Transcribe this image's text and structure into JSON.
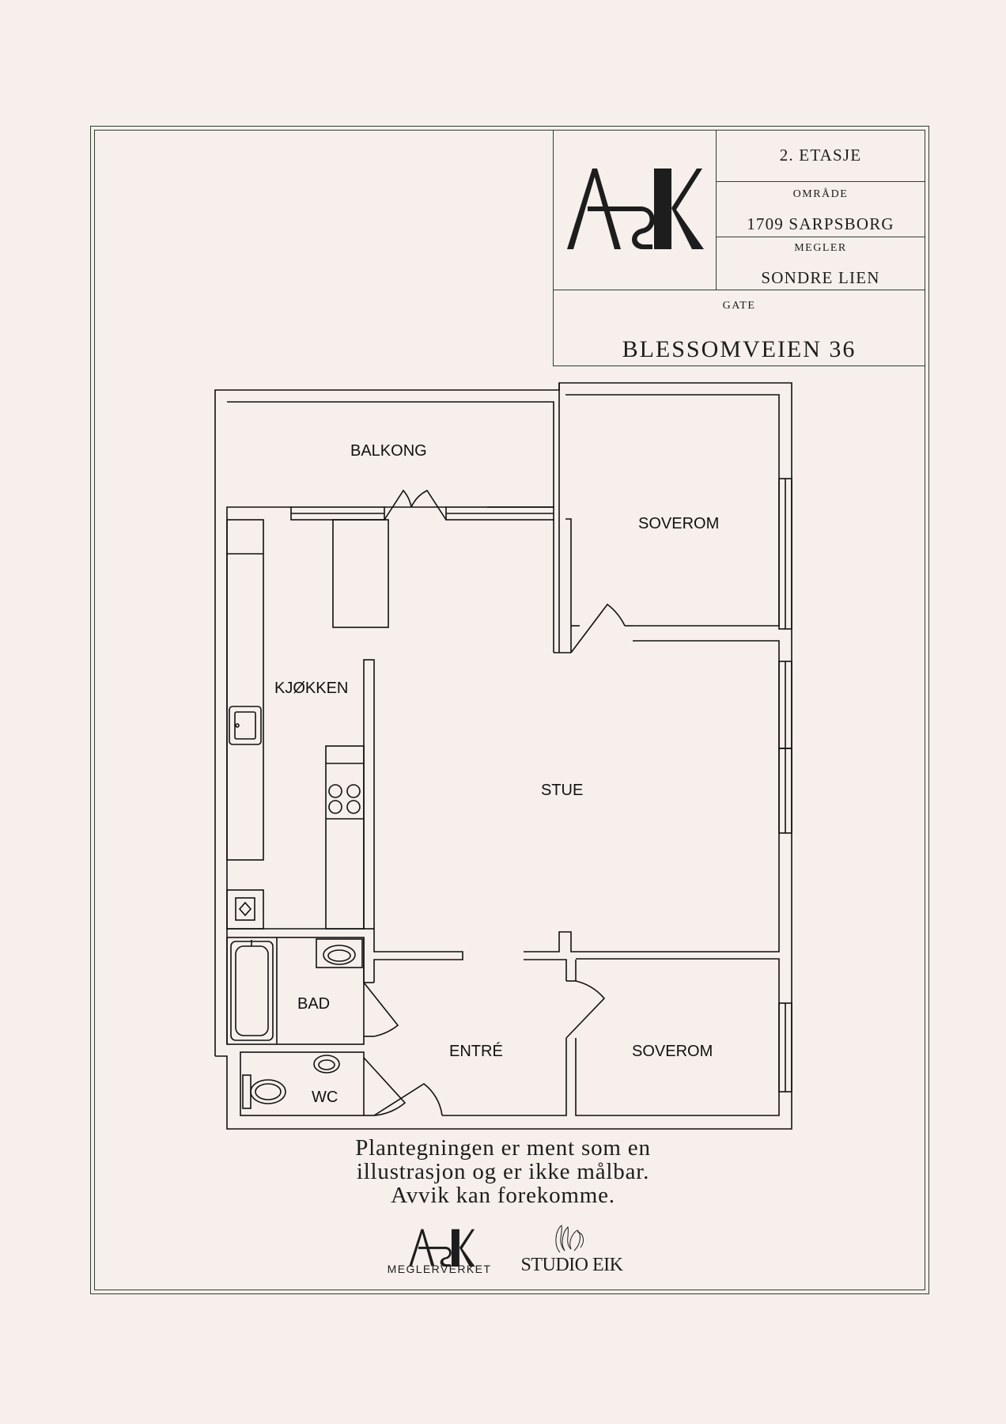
{
  "title_block": {
    "floor": "2. ETASJE",
    "area_label": "OMRÅDE",
    "area_value": "1709 SARPSBORG",
    "broker_label": "MEGLER",
    "broker_value": "SONDRE LIEN",
    "street_label": "GATE",
    "street_value": "BLESSOMVEIEN 36",
    "logo_text": "ASK"
  },
  "rooms": {
    "balcony": "BALKONG",
    "bedroom_top": "SOVEROM",
    "kitchen": "KJØKKEN",
    "living": "STUE",
    "bath": "BAD",
    "entry": "ENTRÉ",
    "bedroom_bottom": "SOVEROM",
    "wc": "WC"
  },
  "disclaimer": {
    "line1": "Plantegningen er ment som en",
    "line2": "illustrasjon og er ikke målbar.",
    "line3": "Avvik kan forekomme."
  },
  "footer": {
    "logo1_mark": "ASK",
    "logo1_text": "MEGLERVERKET",
    "logo2_text": "STUDIO EIK"
  },
  "colors": {
    "background": "#f6efeb",
    "frame": "#2f3e30",
    "ink": "#1d1d1d"
  }
}
